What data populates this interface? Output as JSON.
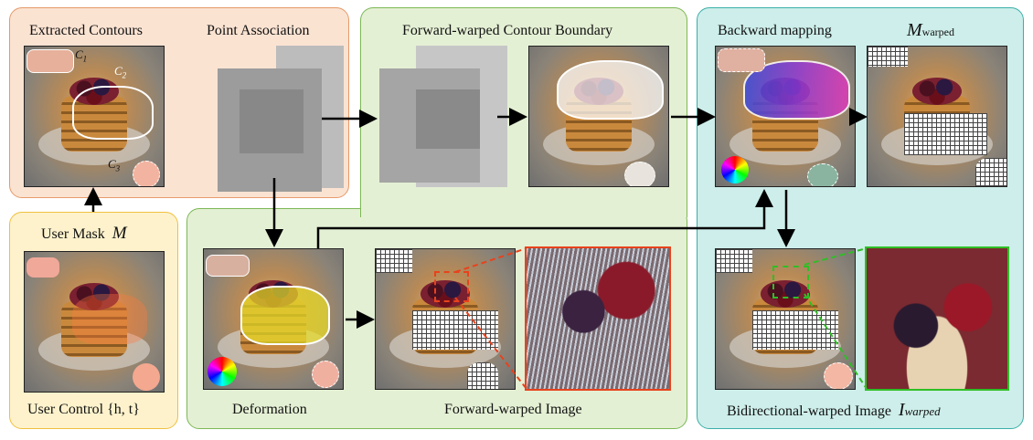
{
  "labels": {
    "extracted_contours": "Extracted Contours",
    "point_association": "Point Association",
    "forward_warped_boundary": "Forward-warped Contour Boundary",
    "backward_mapping": "Backward mapping",
    "m_warped_main": "M",
    "m_warped_sub": "warped",
    "user_mask_text": "User Mask",
    "user_mask_symbol": "M",
    "user_control": "User Control {h, t}",
    "deformation": "Deformation",
    "forward_warped_image": "Forward-warped Image",
    "bidirectional_text": "Bidirectional-warped Image",
    "bidirectional_symbol": "I",
    "bidirectional_sub": "warped"
  },
  "contour_labels": {
    "c1": "C",
    "c1_sub": "1",
    "c2": "C",
    "c2_sub": "2",
    "c3": "C",
    "c3_sub": "3",
    "prime": "'"
  },
  "colors": {
    "orange_panel_bg": "#fbe3d2",
    "orange_panel_border": "#e59a6a",
    "green_panel_bg": "#e4f0d4",
    "green_panel_border": "#7cb855",
    "cyan_panel_bg": "#cdeeea",
    "cyan_panel_border": "#3bb0a8",
    "yellow_panel_bg": "#fdf2cc",
    "yellow_panel_border": "#f0c040",
    "zoom_red": "#e8421c",
    "zoom_green": "#2fbe26"
  }
}
